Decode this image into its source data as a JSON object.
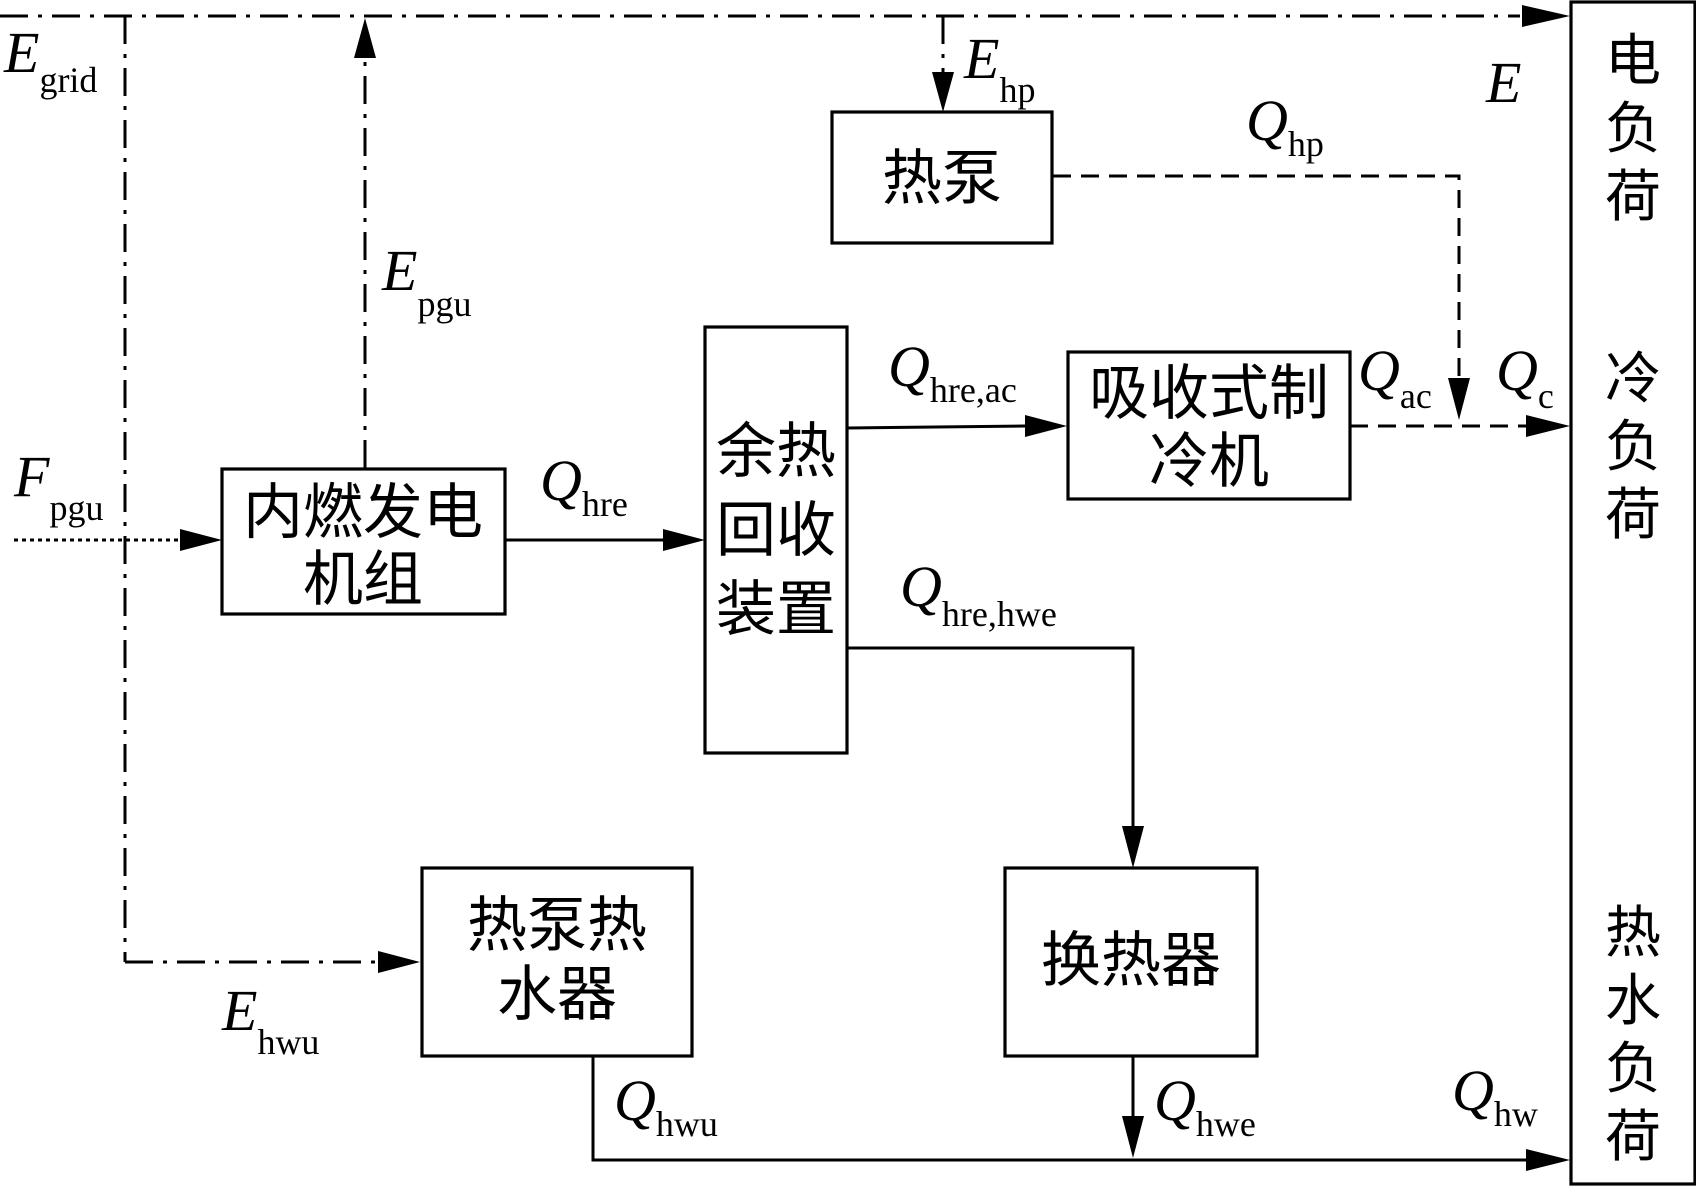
{
  "blocks": {
    "ice": [
      "内燃发电",
      "机组"
    ],
    "hre": [
      "余热",
      "回收",
      "装置"
    ],
    "heat_pump": "热泵",
    "absorption_chiller": [
      "吸收式制",
      "冷机"
    ],
    "heat_exchanger": "换热器",
    "hp_water_heater": [
      "热泵热",
      "水器"
    ]
  },
  "loads": {
    "electric": [
      "电",
      "负",
      "荷"
    ],
    "cooling": [
      "冷",
      "负",
      "荷"
    ],
    "hot_water": [
      "热",
      "水",
      "负",
      "荷"
    ]
  },
  "flows": {
    "E_grid": {
      "symbol": "E",
      "sub": "grid"
    },
    "E_pgu": {
      "symbol": "E",
      "sub": "pgu"
    },
    "E_hp": {
      "symbol": "E",
      "sub": "hp"
    },
    "E": {
      "symbol": "E",
      "sub": ""
    },
    "F_pgu": {
      "symbol": "F",
      "sub": "pgu"
    },
    "Q_hre": {
      "symbol": "Q",
      "sub": "hre"
    },
    "Q_hre_ac": {
      "symbol": "Q",
      "sub": "hre,ac"
    },
    "Q_hre_hwe": {
      "symbol": "Q",
      "sub": "hre,hwe"
    },
    "Q_hp": {
      "symbol": "Q",
      "sub": "hp"
    },
    "Q_ac": {
      "symbol": "Q",
      "sub": "ac"
    },
    "Q_c": {
      "symbol": "Q",
      "sub": "c"
    },
    "E_hwu": {
      "symbol": "E",
      "sub": "hwu"
    },
    "Q_hwu": {
      "symbol": "Q",
      "sub": "hwu"
    },
    "Q_hwe": {
      "symbol": "Q",
      "sub": "hwe"
    },
    "Q_hw": {
      "symbol": "Q",
      "sub": "hw"
    }
  }
}
